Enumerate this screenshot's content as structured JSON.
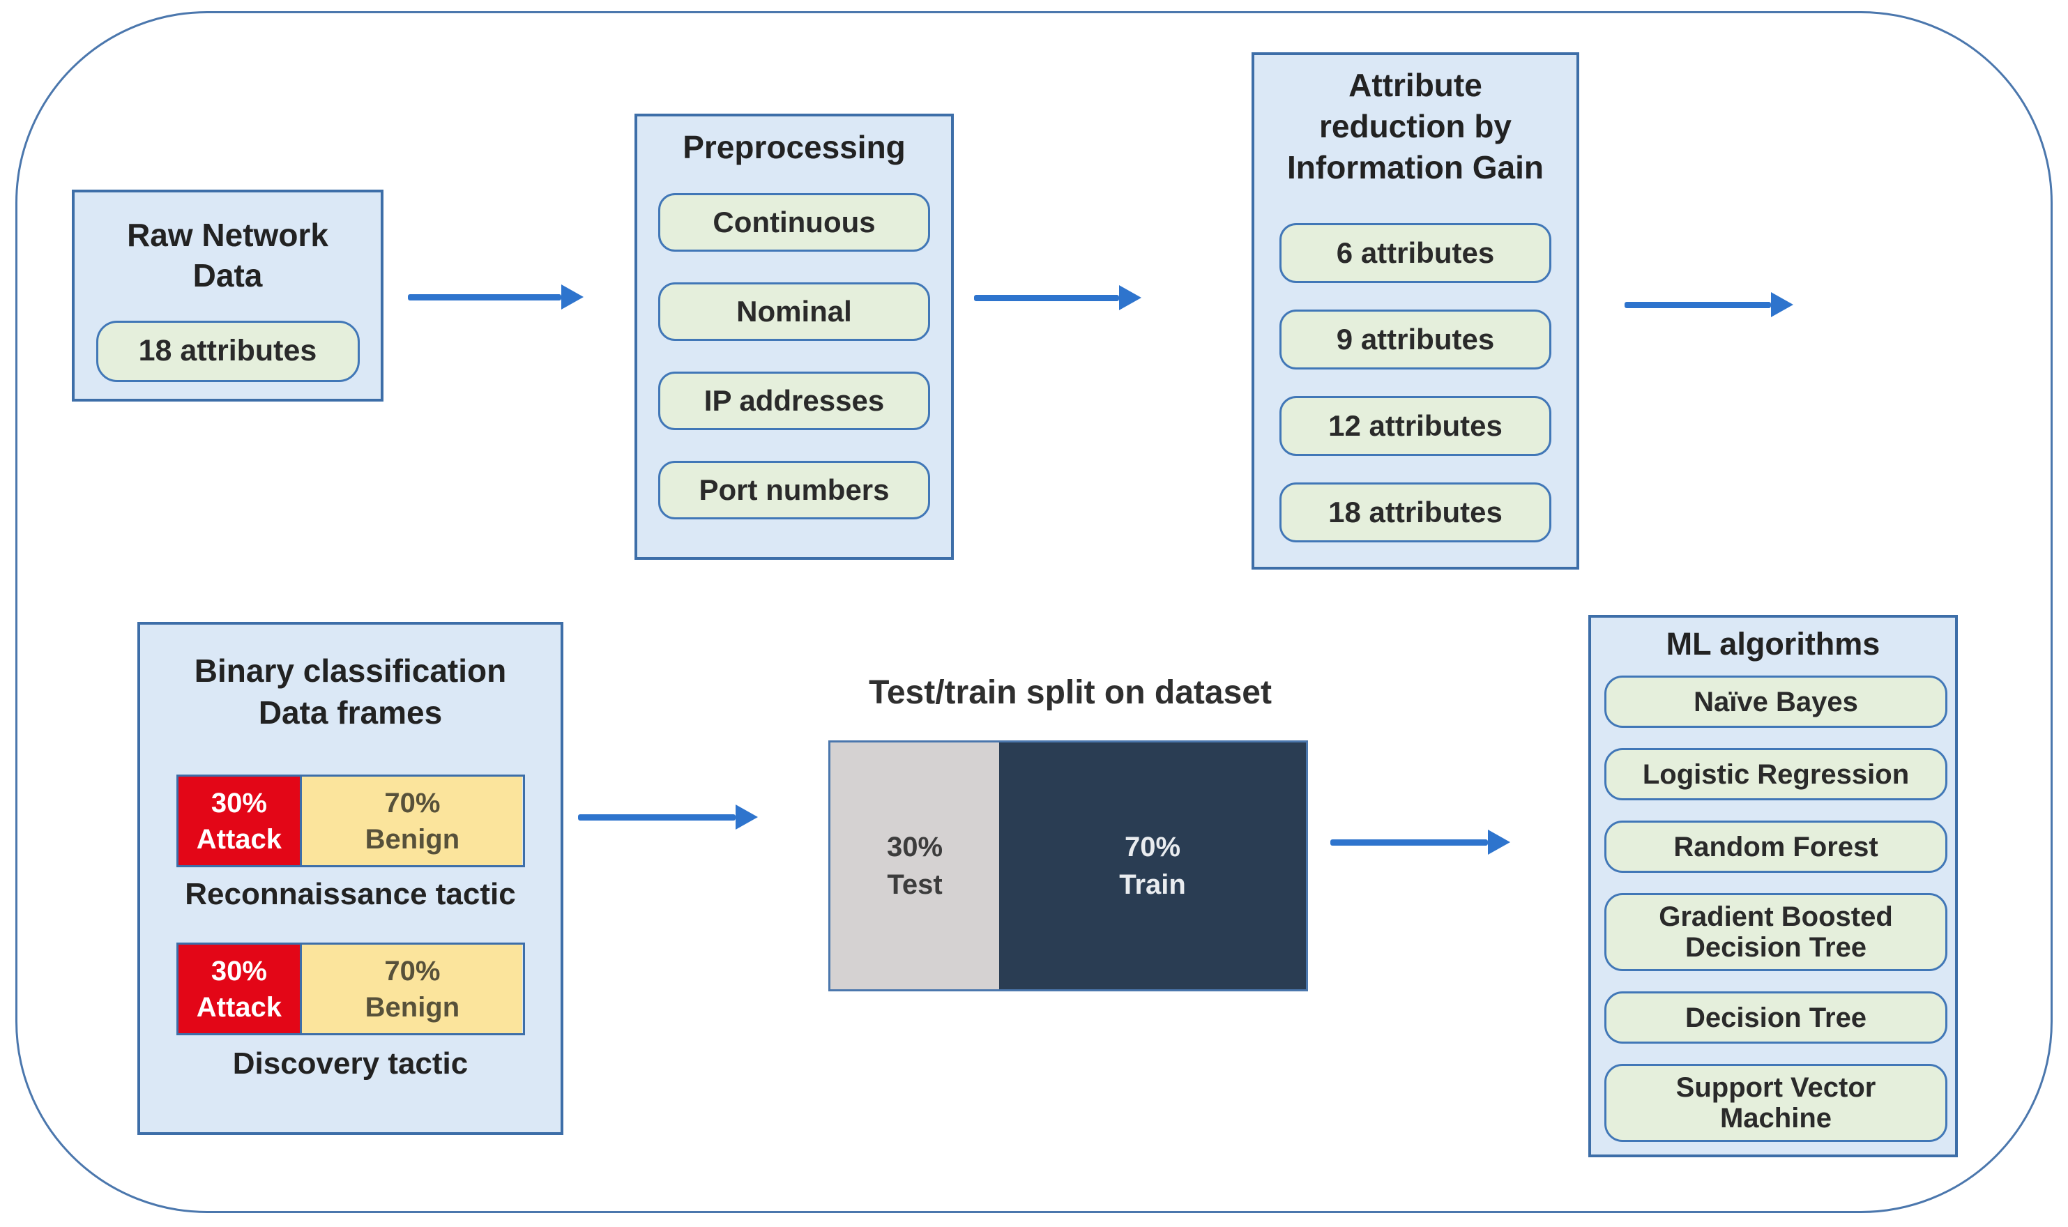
{
  "colors": {
    "outer-border": "#4b77ad",
    "box-fill": "#dbe8f6",
    "box-border": "#3d6ea8",
    "pill-fill": "#e5efdc",
    "pill-border": "#4177b7",
    "arrow": "#2e74cd",
    "attack-red": "#e30617",
    "benign-yellow": "#fbe49c",
    "test-gray": "#d5d2d2",
    "train-navy": "#2a3d53",
    "text-dark": "#222222",
    "text-on-red": "#ffffff",
    "text-on-yellow": "#57513a",
    "text-on-gray": "#3c3c3c",
    "text-on-navy": "#e9ecef"
  },
  "raw_box": {
    "title_lines": [
      "Raw Network",
      "Data"
    ],
    "items": [
      "18 attributes"
    ]
  },
  "preprocessing_box": {
    "title": "Preprocessing",
    "items": [
      "Continuous",
      "Nominal",
      "IP addresses",
      "Port numbers"
    ]
  },
  "attribute_box": {
    "title_lines": [
      "Attribute",
      "reduction by",
      "Information Gain"
    ],
    "items": [
      "6 attributes",
      "9 attributes",
      "12 attributes",
      "18 attributes"
    ]
  },
  "binary_box": {
    "title_lines": [
      "Binary classification",
      "Data frames"
    ],
    "bars": [
      {
        "attack_pct": "30%",
        "attack_label": "Attack",
        "benign_pct": "70%",
        "benign_label": "Benign",
        "caption": "Reconnaissance tactic"
      },
      {
        "attack_pct": "30%",
        "attack_label": "Attack",
        "benign_pct": "70%",
        "benign_label": "Benign",
        "caption": "Discovery tactic"
      }
    ]
  },
  "split": {
    "title": "Test/train split on dataset",
    "test_pct": "30%",
    "test_label": "Test",
    "train_pct": "70%",
    "train_label": "Train"
  },
  "ml_box": {
    "title": "ML algorithms",
    "items": [
      {
        "lines": [
          "Naïve Bayes"
        ]
      },
      {
        "lines": [
          "Logistic Regression"
        ]
      },
      {
        "lines": [
          "Random Forest"
        ]
      },
      {
        "lines": [
          "Gradient Boosted",
          "Decision Tree"
        ]
      },
      {
        "lines": [
          "Decision Tree"
        ]
      },
      {
        "lines": [
          "Support Vector",
          "Machine"
        ]
      }
    ]
  }
}
